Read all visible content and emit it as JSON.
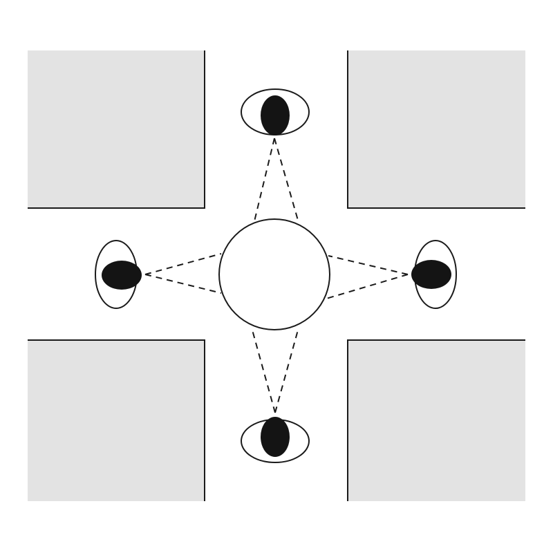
{
  "colors": {
    "background": "#ffffff",
    "block_fill": "#e3e3e3",
    "stroke": "#1a1a1a",
    "pupil": "#141414",
    "center_object": "#ffffff"
  },
  "diagram": {
    "blocks": [
      "top-left",
      "top-right",
      "bottom-left",
      "bottom-right"
    ],
    "observers": [
      "top",
      "left",
      "right",
      "bottom"
    ],
    "center": "circle",
    "sight_lines": "dashed"
  }
}
